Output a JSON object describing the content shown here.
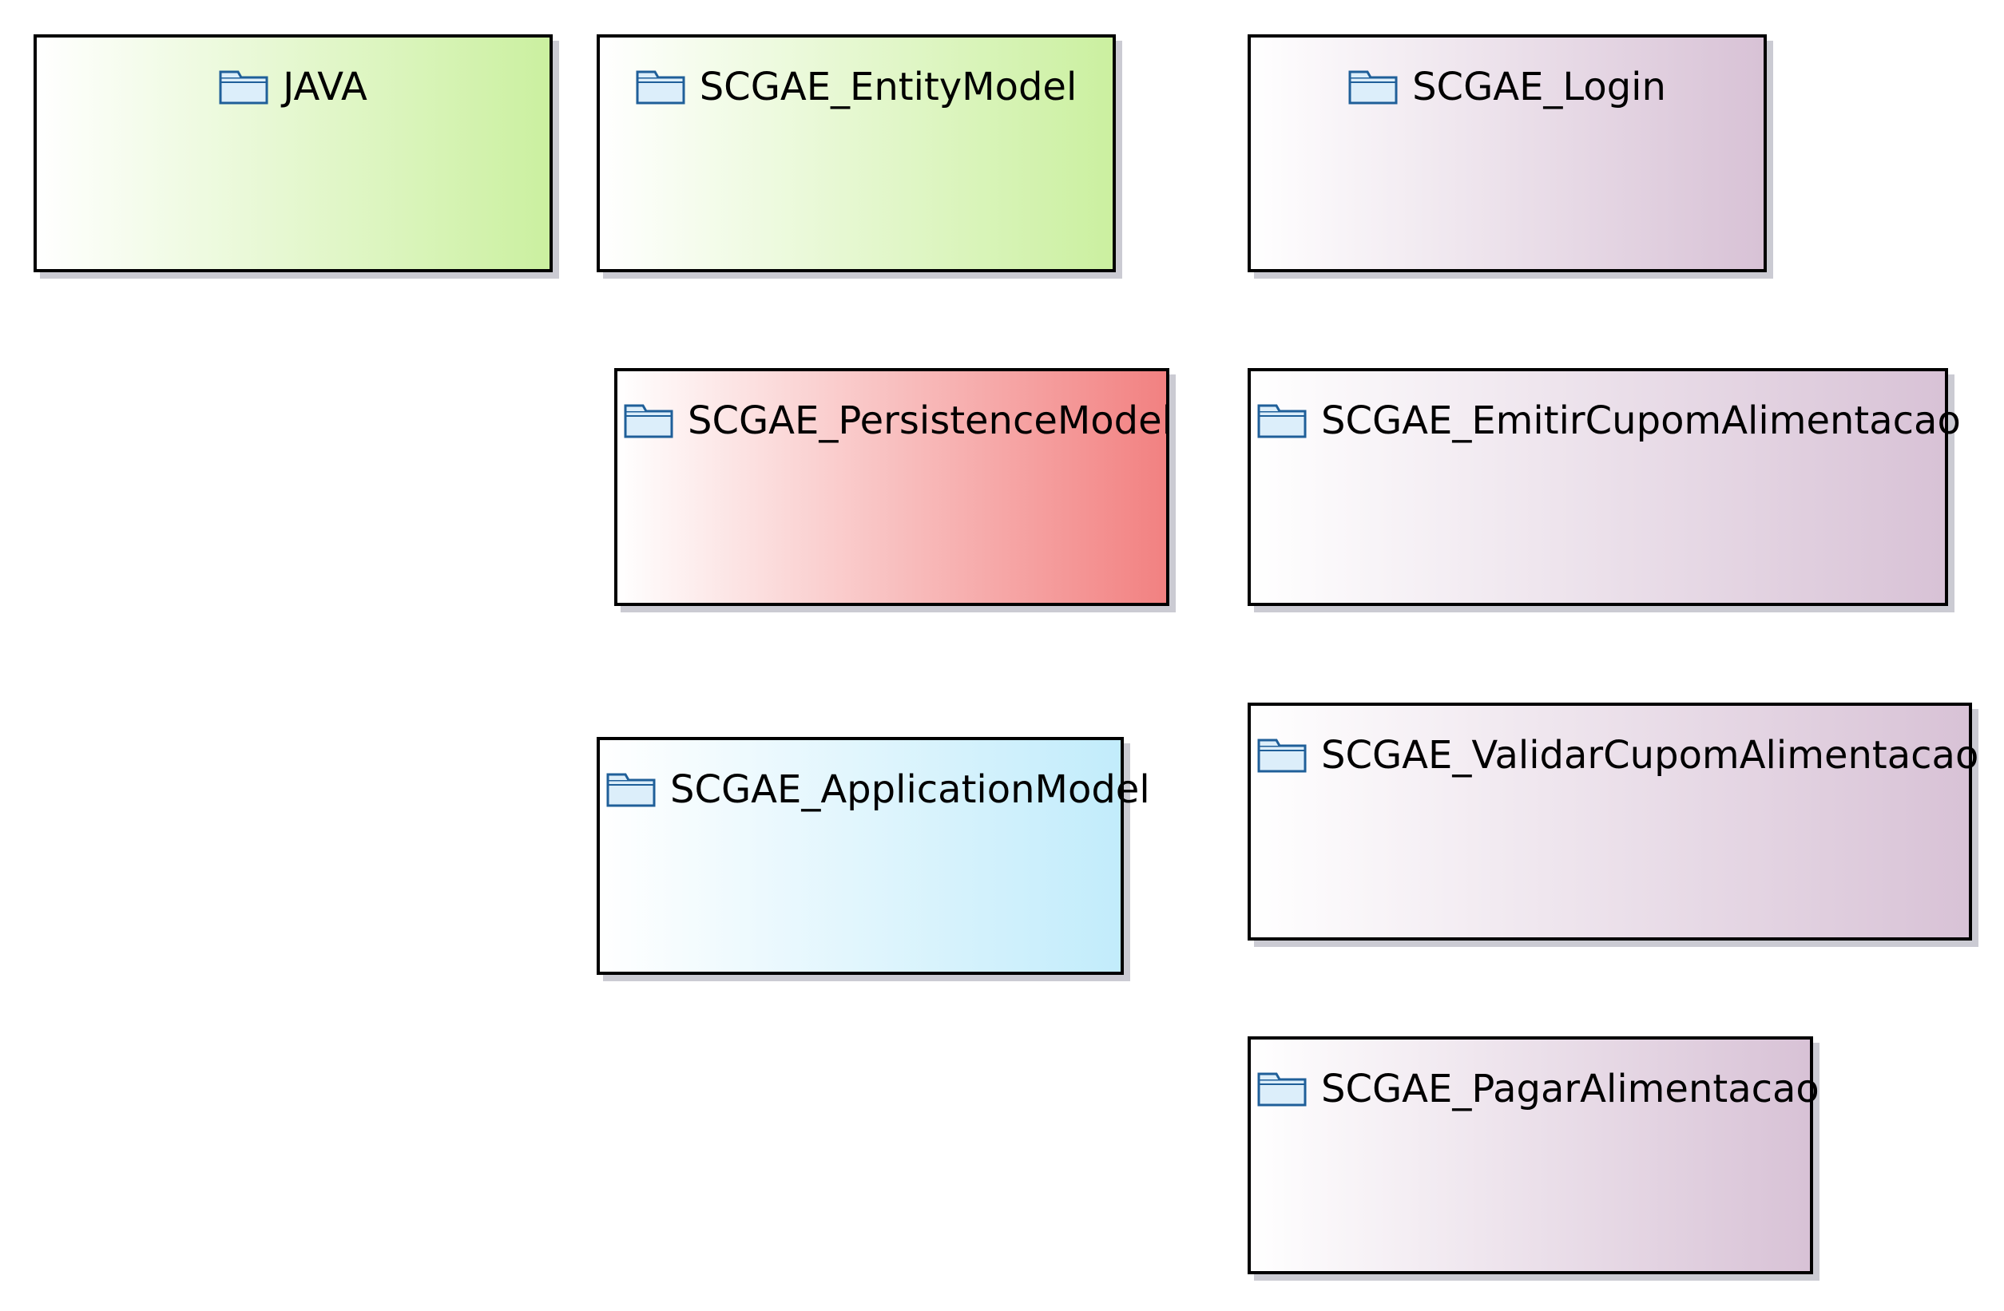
{
  "diagram": {
    "packages": [
      {
        "id": "java",
        "label": "JAVA",
        "icon": "folder-icon",
        "color": "#cbf0a0"
      },
      {
        "id": "entity",
        "label": "SCGAE_EntityModel",
        "icon": "folder-icon",
        "color": "#cbf0a0"
      },
      {
        "id": "login",
        "label": "SCGAE_Login",
        "icon": "folder-icon",
        "color": "#d8c2d6"
      },
      {
        "id": "persistence",
        "label": "SCGAE_PersistenceModel",
        "icon": "folder-icon",
        "color": "#f28181"
      },
      {
        "id": "emitir",
        "label": "SCGAE_EmitirCupomAlimentacao",
        "icon": "folder-icon",
        "color": "#d8c2d6"
      },
      {
        "id": "application",
        "label": "SCGAE_ApplicationModel",
        "icon": "folder-icon",
        "color": "#c2ecfb"
      },
      {
        "id": "validar",
        "label": "SCGAE_ValidarCupomAlimentacao",
        "icon": "folder-icon",
        "color": "#d8c2d6"
      },
      {
        "id": "pagar",
        "label": "SCGAE_PagarAlimentacao",
        "icon": "folder-icon",
        "color": "#d8c2d6"
      }
    ]
  }
}
